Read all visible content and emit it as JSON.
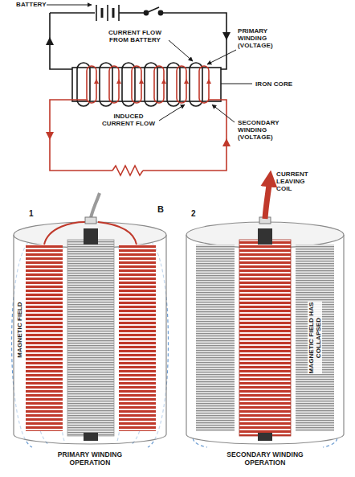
{
  "diagram": {
    "labels": [
      "BATTERY",
      "CURRENT FLOW FROM BATTERY",
      "PRIMARY WINDING (VOLTAGE)",
      "IRON CORE",
      "INDUCED CURRENT FLOW",
      "SECONDARY WINDING (VOLTAGE)",
      "B",
      "CURRENT LEAVING COIL",
      "1",
      "MAGNETIC FIELD",
      "2",
      "MAGNETIC FIELD HAS COLLAPSED",
      "PRIMARY WINDING OPERATION",
      "SECONDARY WINDING OPERATION"
    ]
  }
}
